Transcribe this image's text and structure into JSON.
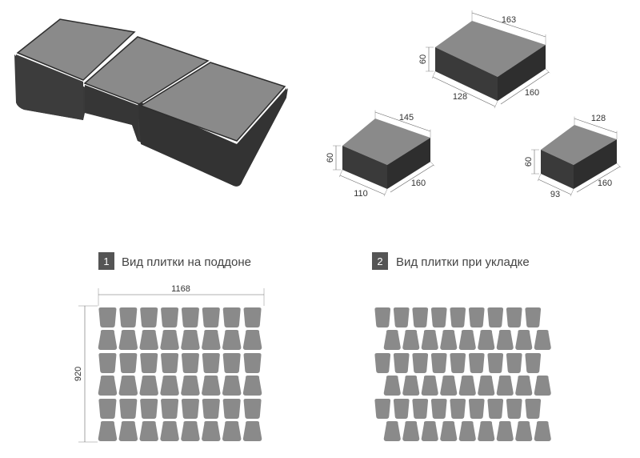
{
  "colors": {
    "top": "#8c8c8c",
    "side": "#4a4a4a",
    "front": "#3e3e3e",
    "edge": "#2e2e2e",
    "outline": "#ffffff",
    "paver": "#8a8a8a",
    "badge": "#555555"
  },
  "blocks": {
    "large": {
      "height": "60",
      "top_width": "163",
      "length": "160",
      "bottom_width": "128"
    },
    "medium": {
      "height": "60",
      "top_width": "145",
      "length": "160",
      "bottom_width": "110"
    },
    "small": {
      "height": "60",
      "top_width": "128",
      "length": "160",
      "bottom_width": "93"
    }
  },
  "pallet": {
    "number": "1",
    "caption": "Вид плитки на поддоне",
    "width_label": "1168",
    "height_label": "920"
  },
  "laying": {
    "number": "2",
    "caption": "Вид плитки при укладке"
  }
}
